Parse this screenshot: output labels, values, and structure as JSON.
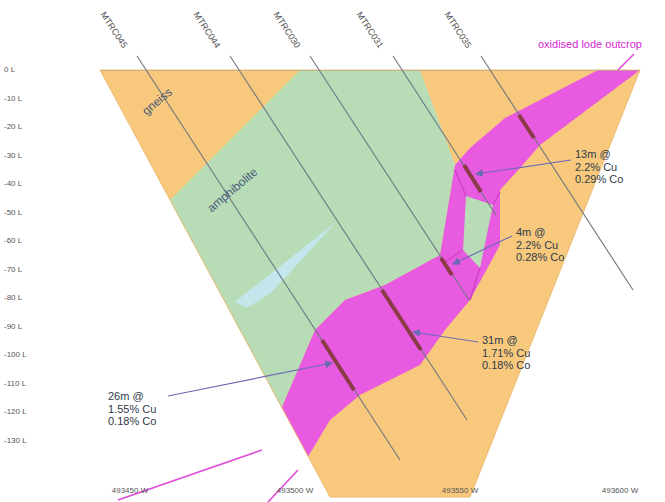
{
  "diagram": {
    "labels": [
      "0 L",
      "-10 L",
      "-20 L",
      "-30 L",
      "-40 L",
      "-50 L",
      "-60 L",
      "-70 L",
      "-80 L",
      "-90 L",
      "-100 L",
      "-110 L",
      "-120 L",
      "-130 L",
      "MTRC045",
      "MTRC044",
      "MTRC030",
      "MTRC031",
      "MTRC035",
      "oxidised lode outcrop",
      "gneiss",
      "amphibolite",
      "13m @ 2.2% Cu 0.29% Co",
      "4m @ 2.2% Cu 0.28% Co",
      "31m @ 1.71% Cu 0.18% Co",
      "26m @ 1.55% Cu 0.18% Co",
      "493450 W",
      "493500 W",
      "493550 W",
      "493600 W"
    ]
  }
}
